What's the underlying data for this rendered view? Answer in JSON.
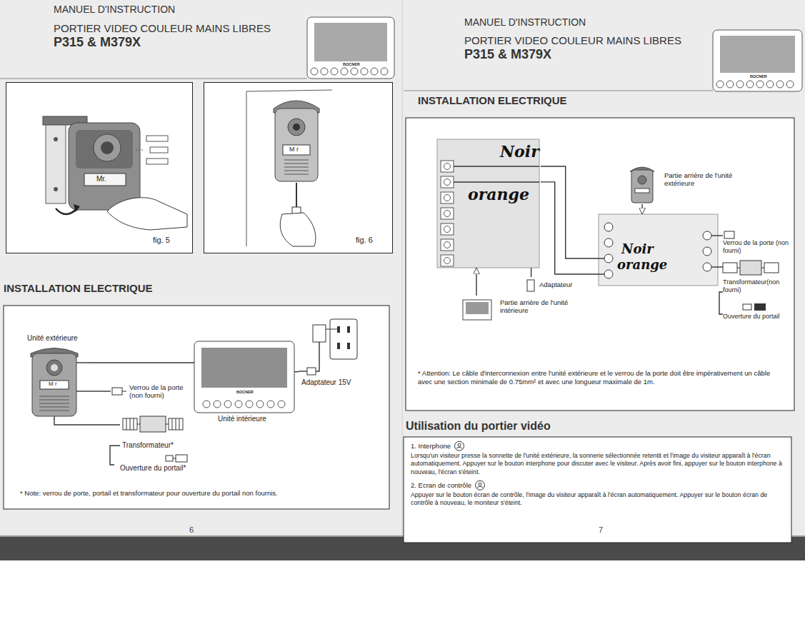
{
  "diagram": {
    "nodes": [
      {
        "text": [
          "fig. 5"
        ]
      },
      {
        "text": [
          "fig. 6"
        ]
      },
      {
        "text": [
          "INSTALLATION ELECTRIQUE",
          "* Note: verrou de porte, portail et transformateur pour ouverture du portail non fournis."
        ]
      },
      {
        "text": [
          "Unité extérieure"
        ],
        "in": 2
      },
      {
        "text": [
          "BOCNER",
          "Unité intérieure"
        ],
        "in": 2
      },
      {
        "text": [
          "Verrou de la porte (non fourni)"
        ],
        "in": 2
      },
      {
        "text": [
          "Transformateur*"
        ],
        "in": 2
      },
      {
        "text": [
          "Ouverture du portail*"
        ],
        "in": 2
      },
      {
        "text": [
          "Adaptateur 15V"
        ],
        "in": 2
      },
      {
        "text": [
          "INSTALLATION ELECTRIQUE",
          "* Attention: Le câble d'interconnexion entre l'unité extérieure et le verrou de la porte doit être impérativement un câble avec une section minimale de 0.75mm² et avec une longueur maximale de 1m."
        ]
      },
      {
        "text": [
          "Noir",
          "orange"
        ],
        "in": 9
      },
      {
        "text": [
          "Partie arrière de l'unité intérieure"
        ],
        "in": 9
      },
      {
        "text": [
          "Noir",
          "orange"
        ],
        "in": 9
      },
      {
        "text": [
          "Partie arrière de l'unité extérieure"
        ],
        "in": 9
      },
      {
        "text": [
          "Adaptateur"
        ],
        "in": 9
      },
      {
        "text": [
          "Verrou de la porte (non fourni)"
        ],
        "in": 9
      },
      {
        "text": [
          "Transformateur(non fourni)"
        ],
        "in": 9
      },
      {
        "text": [
          "Ouverture du portail"
        ],
        "in": 9
      },
      {
        "text": [
          "Utilisation du portier vidéo",
          "1. Interphone",
          "Lorsqu'un visiteur presse la sonnette de l'unité extérieure, la sonnerie sélectionnée retentit et l'image du visiteur apparaît à l'écran automatiquement. Appuyer sur le bouton interphone pour discuter avec le visiteur. Après avoir fini, appuyer sur le bouton interphone à nouveau, l'écran s'éteint.",
          "2. Ecran de contrôle",
          "Appuyer sur le bouton écran de contrôle, l'image du visiteur apparaît à l'écran automatiquement. Appuyer sur le bouton écran de contrôle à nouveau, le moniteur s'éteint."
        ]
      }
    ],
    "edges": [
      {
        "from": 3,
        "to": 4,
        "arrow": "none"
      },
      {
        "from": 3,
        "to": 5,
        "arrow": "none"
      },
      {
        "from": 3,
        "to": 6,
        "arrow": "none"
      },
      {
        "from": 6,
        "to": 7,
        "arrow": "none"
      },
      {
        "from": 4,
        "to": 8,
        "arrow": "none"
      },
      {
        "from": 10,
        "to": 12,
        "arrow": "none"
      },
      {
        "from": 10,
        "to": 12,
        "arrow": "none"
      },
      {
        "from": 10,
        "to": 14,
        "arrow": "none"
      },
      {
        "from": 11,
        "to": 10,
        "arrow": "to"
      },
      {
        "from": 13,
        "to": 12,
        "arrow": "to"
      },
      {
        "from": 12,
        "to": 15,
        "arrow": "none"
      },
      {
        "from": 12,
        "to": 16,
        "arrow": "none"
      },
      {
        "from": 16,
        "to": 17,
        "arrow": "none"
      }
    ],
    "labels": [
      "MANUEL D'INSTRUCTION",
      "PORTIER VIDEO COULEUR MAINS LIBRES",
      "P315 & M379X",
      "BOCNER",
      "Mr.",
      "M r",
      "M r",
      "6",
      "MANUEL D'INSTRUCTION",
      "PORTIER VIDEO COULEUR MAINS LIBRES",
      "P315 & M379X",
      "BOCNER",
      "7"
    ]
  }
}
